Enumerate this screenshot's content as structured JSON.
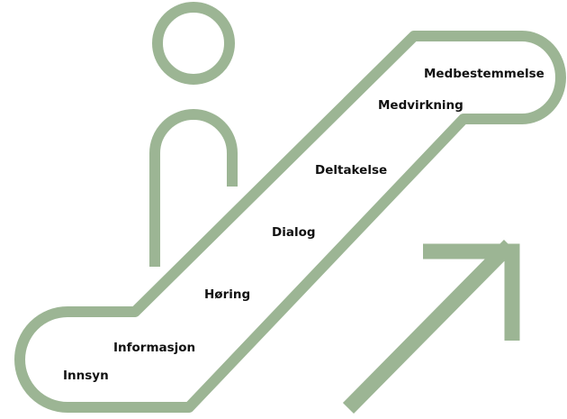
{
  "diagram": {
    "stroke_color": "#9cb594",
    "steps": [
      "Innsyn",
      "Informasjon",
      "Høring",
      "Dialog",
      "Deltakelse",
      "Medvirkning",
      "Medbestemmelse"
    ]
  }
}
